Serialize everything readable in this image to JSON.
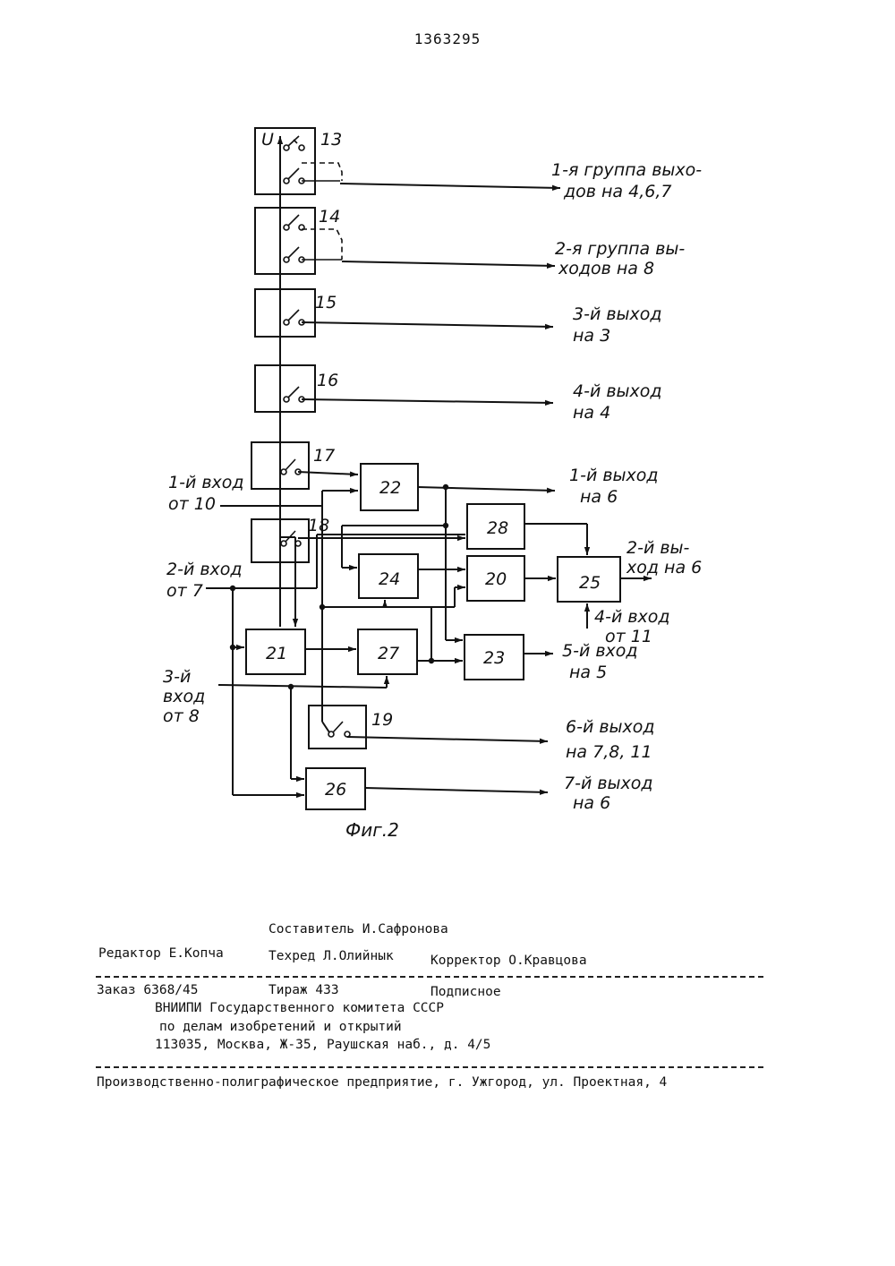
{
  "header": {
    "doc_number": "1363295"
  },
  "figure": {
    "caption": "Фиг.2",
    "supply_label": "U",
    "blocks": [
      {
        "id": "13",
        "label": "13"
      },
      {
        "id": "14",
        "label": "14"
      },
      {
        "id": "15",
        "label": "15"
      },
      {
        "id": "16",
        "label": "16"
      },
      {
        "id": "17",
        "label": "17"
      },
      {
        "id": "18",
        "label": "18"
      },
      {
        "id": "19",
        "label": "19"
      },
      {
        "id": "20",
        "label": "20"
      },
      {
        "id": "21",
        "label": "21"
      },
      {
        "id": "22",
        "label": "22"
      },
      {
        "id": "23",
        "label": "23"
      },
      {
        "id": "24",
        "label": "24"
      },
      {
        "id": "25",
        "label": "25"
      },
      {
        "id": "26",
        "label": "26"
      },
      {
        "id": "27",
        "label": "27"
      },
      {
        "id": "28",
        "label": "28"
      }
    ],
    "outputs": [
      {
        "line1": "1-я группа выхо-",
        "line2": "дов на 4,6,7"
      },
      {
        "line1": "2-я группа вы-",
        "line2": "ходов на 8"
      },
      {
        "line1": "3-й выход",
        "line2": "на 3"
      },
      {
        "line1": "4-й выход",
        "line2": "на 4"
      },
      {
        "line1": "1-й выход",
        "line2": "на 6"
      },
      {
        "line1": "2-й вы-",
        "line2": "ход на 6"
      },
      {
        "line1": "5-й вход",
        "line2": "на 5"
      },
      {
        "line1": "6-й выход",
        "line2": "на 7,8, 11"
      },
      {
        "line1": "7-й выход",
        "line2": "на 6"
      }
    ],
    "inputs": [
      {
        "line1": "1-й вход",
        "line2": "от 10"
      },
      {
        "line1": "2-й вход",
        "line2": "от 7"
      },
      {
        "line1": "3-й",
        "line2": "вход",
        "line3": "от 8"
      },
      {
        "line1": "4-й вход",
        "line2": "от 11"
      }
    ]
  },
  "imprint": {
    "compiler": "Составитель И.Сафронова",
    "editor": "Редактор Е.Копча",
    "techred": "Техред Л.Олийнык",
    "corrector": "Корректор О.Кравцова",
    "order": "Заказ 6368/45",
    "circulation": "Тираж 433",
    "subscription": "Подписное",
    "org1": "ВНИИПИ Государственного комитета СССР",
    "org2": "по делам изобретений и открытий",
    "address": "113035, Москва, Ж-35, Раушская наб., д. 4/5",
    "printer": "Производственно-полиграфическое предприятие, г. Ужгород, ул. Проектная, 4"
  }
}
